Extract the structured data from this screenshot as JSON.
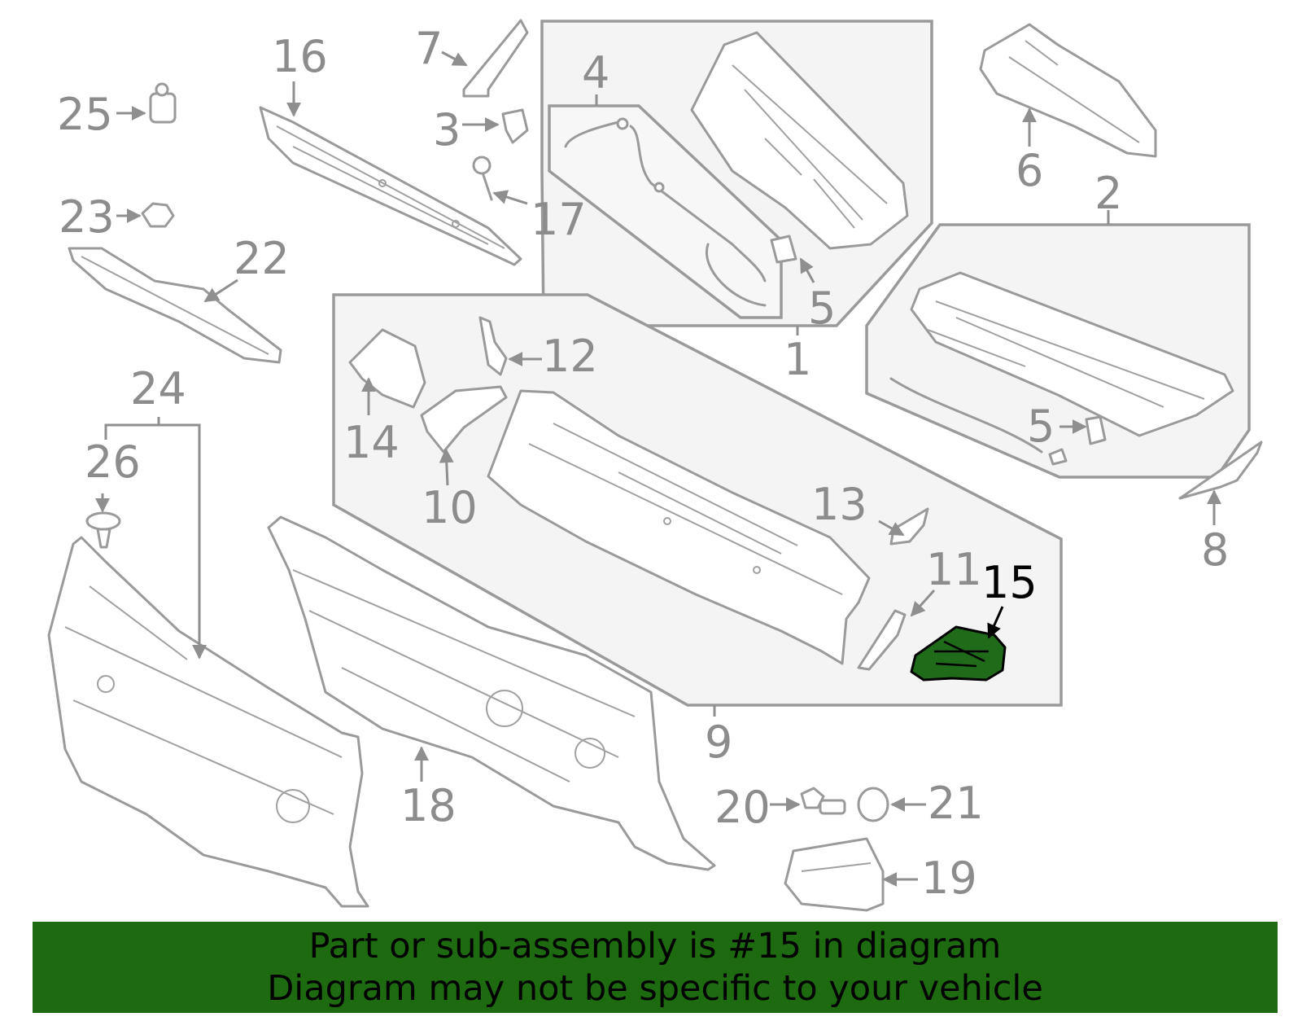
{
  "callouts": {
    "c1": "1",
    "c2": "2",
    "c3": "3",
    "c4": "4",
    "c5a": "5",
    "c5b": "5",
    "c6": "6",
    "c7": "7",
    "c8": "8",
    "c9": "9",
    "c10": "10",
    "c11": "11",
    "c12": "12",
    "c13": "13",
    "c14": "14",
    "c15": "15",
    "c16": "16",
    "c17": "17",
    "c18": "18",
    "c19": "19",
    "c20": "20",
    "c21": "21",
    "c22": "22",
    "c23": "23",
    "c24": "24",
    "c25": "25",
    "c26": "26"
  },
  "highlight": {
    "part_number": "15",
    "color": "#1f6b1a"
  },
  "banner": {
    "line1": "Part or sub-assembly is #15 in diagram",
    "line2": "Diagram may not be specific to your vehicle",
    "background": "#1d6a10"
  }
}
